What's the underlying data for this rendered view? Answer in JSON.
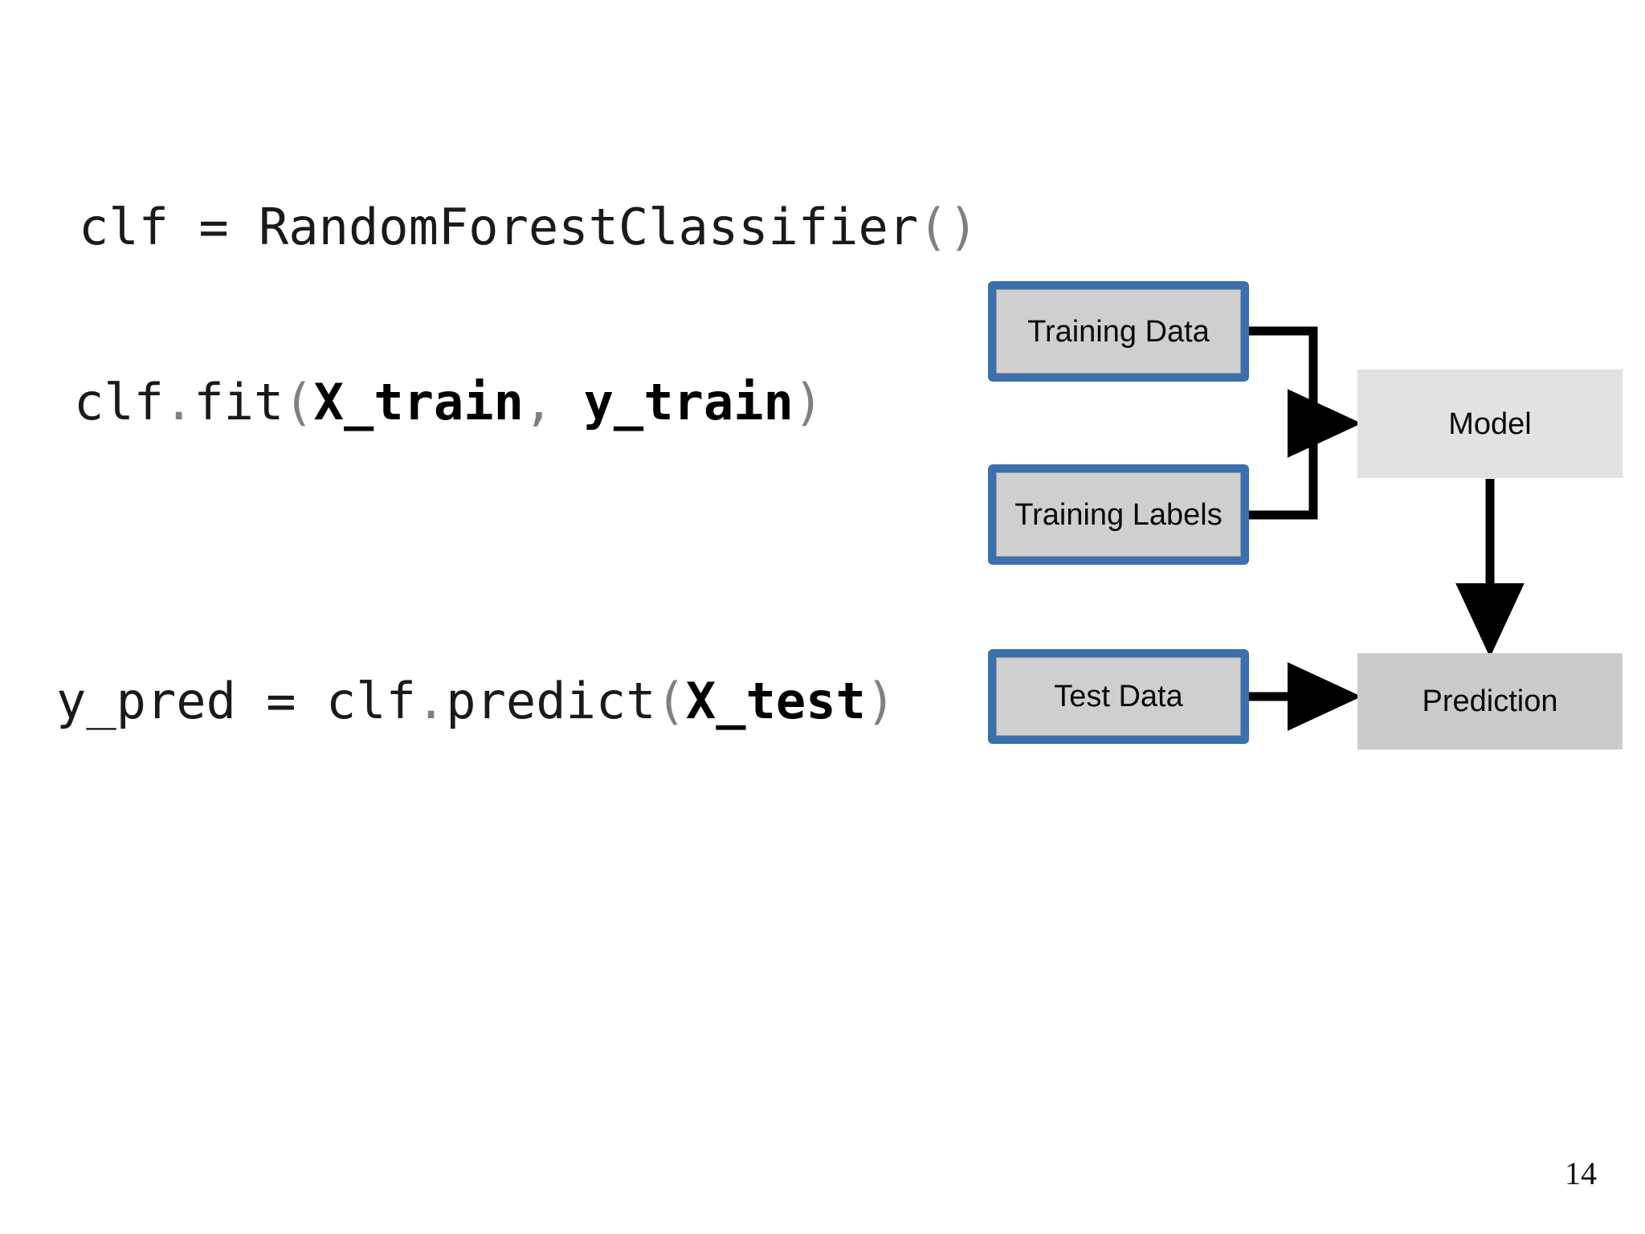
{
  "slide": {
    "page_number": "14",
    "background_color": "#ffffff"
  },
  "code": {
    "language": "python",
    "lines": [
      {
        "id": "line-1",
        "full_text": "clf = RandomForestClassifier()",
        "tokens": [
          {
            "text": "clf ",
            "style": "ident"
          },
          {
            "text": "= ",
            "style": "ident"
          },
          {
            "text": "RandomForestClassifier",
            "style": "ident"
          },
          {
            "text": "()",
            "style": "punc"
          }
        ]
      },
      {
        "id": "line-2",
        "full_text": "clf.fit(X_train, y_train)",
        "tokens": [
          {
            "text": "clf",
            "style": "ident"
          },
          {
            "text": ".",
            "style": "punc"
          },
          {
            "text": "fit",
            "style": "ident"
          },
          {
            "text": "(",
            "style": "punc"
          },
          {
            "text": "X_train",
            "style": "arg"
          },
          {
            "text": ",",
            "style": "punc"
          },
          {
            "text": " ",
            "style": "ident"
          },
          {
            "text": "y_train",
            "style": "arg"
          },
          {
            "text": ")",
            "style": "punc"
          }
        ]
      },
      {
        "id": "line-3",
        "full_text": "y_pred = clf.predict(X_test)",
        "tokens": [
          {
            "text": "y_pred ",
            "style": "ident"
          },
          {
            "text": "= ",
            "style": "ident"
          },
          {
            "text": "clf",
            "style": "ident"
          },
          {
            "text": ".",
            "style": "punc"
          },
          {
            "text": "predict",
            "style": "ident"
          },
          {
            "text": "(",
            "style": "punc"
          },
          {
            "text": "X_test",
            "style": "arg"
          },
          {
            "text": ")",
            "style": "punc"
          }
        ]
      }
    ]
  },
  "diagram": {
    "title": "",
    "colors": {
      "source_box_border": "#3a6fb0",
      "source_box_fill": "#cfcfcf",
      "model_box_fill": "#e2e2e2",
      "prediction_box_fill": "#cbcbcb",
      "connector": "#000000"
    },
    "nodes": {
      "training_data": {
        "label": "Training Data",
        "kind": "source"
      },
      "training_labels": {
        "label": "Training Labels",
        "kind": "source"
      },
      "test_data": {
        "label": "Test Data",
        "kind": "source"
      },
      "model": {
        "label": "Model",
        "kind": "process"
      },
      "prediction": {
        "label": "Prediction",
        "kind": "output"
      }
    },
    "edges": [
      {
        "from": "training_data",
        "to": "model"
      },
      {
        "from": "training_labels",
        "to": "model"
      },
      {
        "from": "model",
        "to": "prediction"
      },
      {
        "from": "test_data",
        "to": "prediction"
      }
    ]
  }
}
